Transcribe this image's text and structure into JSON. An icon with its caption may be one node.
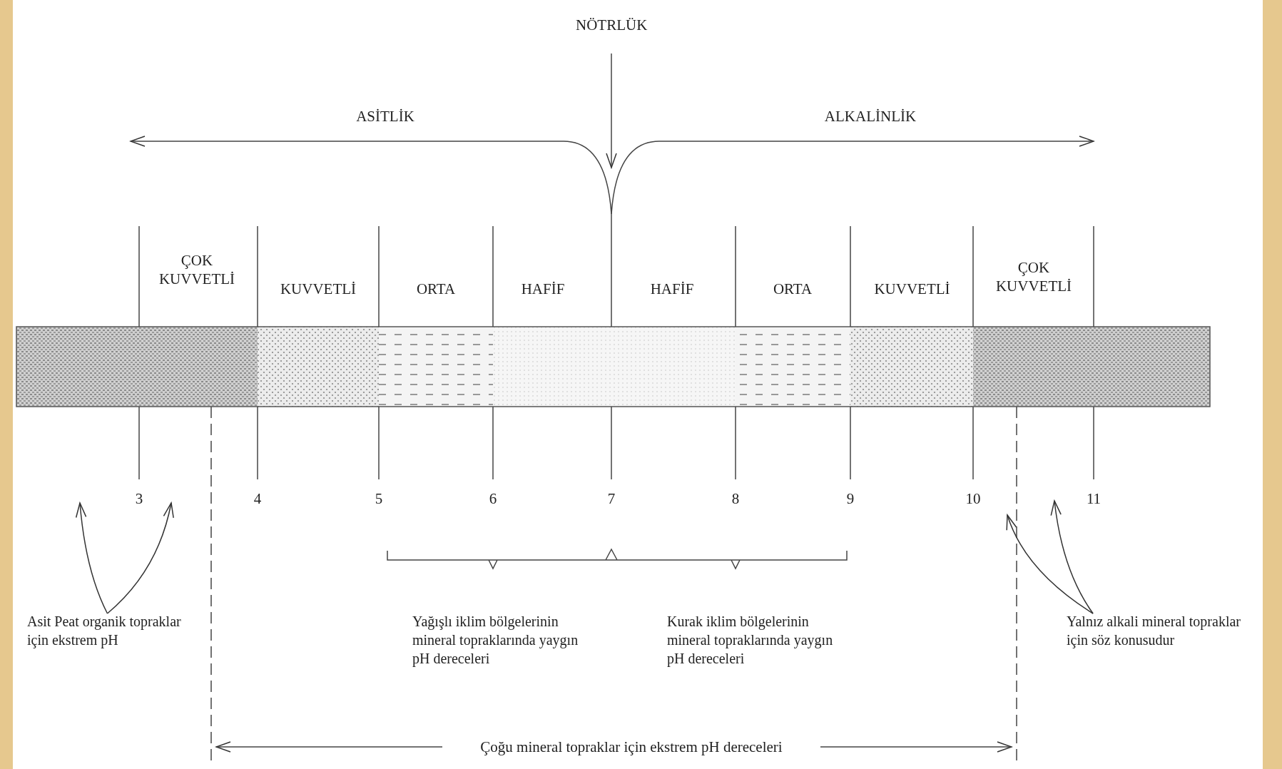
{
  "diagram": {
    "nodes": [
      {
        "text": [
          "Asit Peat organik topraklar için ekstrem pH"
        ]
      },
      {
        "text": [
          "Yalnız alkali mineral topraklar için söz konusudur"
        ]
      }
    ],
    "edges": [
      {
        "from": 0,
        "to": null,
        "arrow": "to"
      },
      {
        "from": 0,
        "to": null,
        "arrow": "to"
      },
      {
        "from": 1,
        "to": null,
        "arrow": "to"
      },
      {
        "from": 1,
        "to": null,
        "arrow": "to"
      }
    ],
    "labels": [
      "NÖTRLÜK",
      "ASİTLİK",
      "ALKALİNLİK",
      "ÇOK KUVVETLİ",
      "KUVVETLİ",
      "ORTA",
      "HAFİF",
      "HAFİF",
      "ORTA",
      "KUVVETLİ",
      "ÇOK KUVVETLİ",
      "3",
      "4",
      "5",
      "6",
      "7",
      "8",
      "9",
      "10",
      "11",
      "Yağışlı iklim bölgelerinin mineral topraklarında yaygın pH dereceleri",
      "Kurak iklim bölgelerinin mineral topraklarında yaygın pH dereceleri",
      "Çoğu mineral topraklar için ekstrem pH dereceleri"
    ]
  }
}
